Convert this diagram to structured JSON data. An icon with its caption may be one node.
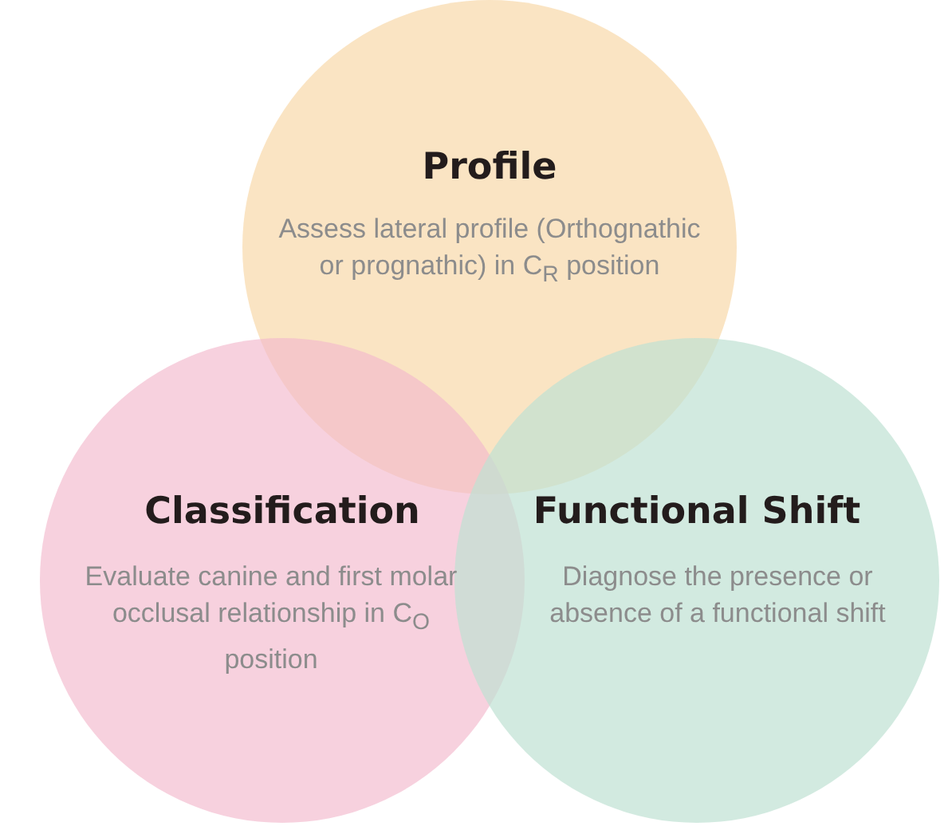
{
  "diagram": {
    "nodes": [
      {
        "text": [
          "Profile",
          "Assess lateral profile (Orthognathic or prognathic) in C$_{R}$ position"
        ]
      },
      {
        "text": [
          "Classification",
          "Evaluate canine and first molar occlusal relationship in C$_{O}$ position"
        ]
      },
      {
        "text": [
          "Functional Shift",
          "Diagnose the presence or absence of a functional shift"
        ]
      }
    ],
    "edges": []
  }
}
